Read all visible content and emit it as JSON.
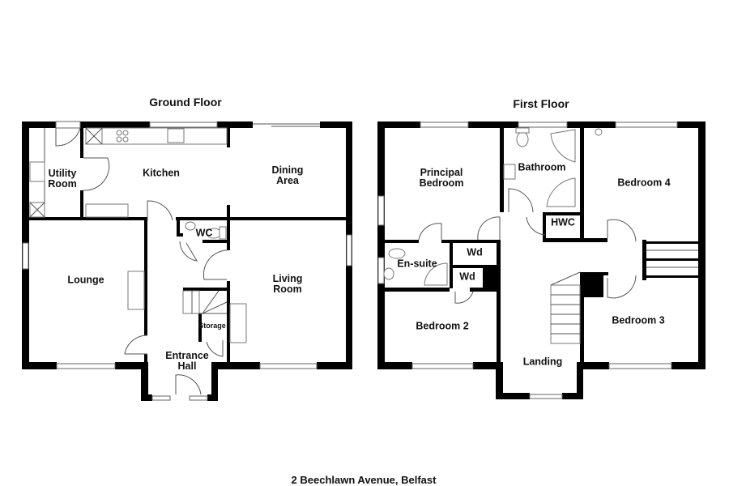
{
  "address": "2 Beechlawn Avenue, Belfast",
  "ground_floor": {
    "title": "Ground Floor",
    "rooms": {
      "utility": "Utility Room",
      "kitchen": "Kitchen",
      "dining": "Dining Area",
      "wc": "WC",
      "lounge": "Lounge",
      "living": "Living Room",
      "storage": "Storage",
      "hall": "Entrance Hall"
    }
  },
  "first_floor": {
    "title": "First Floor",
    "rooms": {
      "principal": "Principal Bedroom",
      "bathroom": "Bathroom",
      "bedroom4": "Bedroom 4",
      "hwc": "HWC",
      "wd1": "Wd",
      "wd2": "Wd",
      "ensuite": "En-suite",
      "bedroom2": "Bedroom 2",
      "bedroom3": "Bedroom 3",
      "landing": "Landing"
    }
  }
}
